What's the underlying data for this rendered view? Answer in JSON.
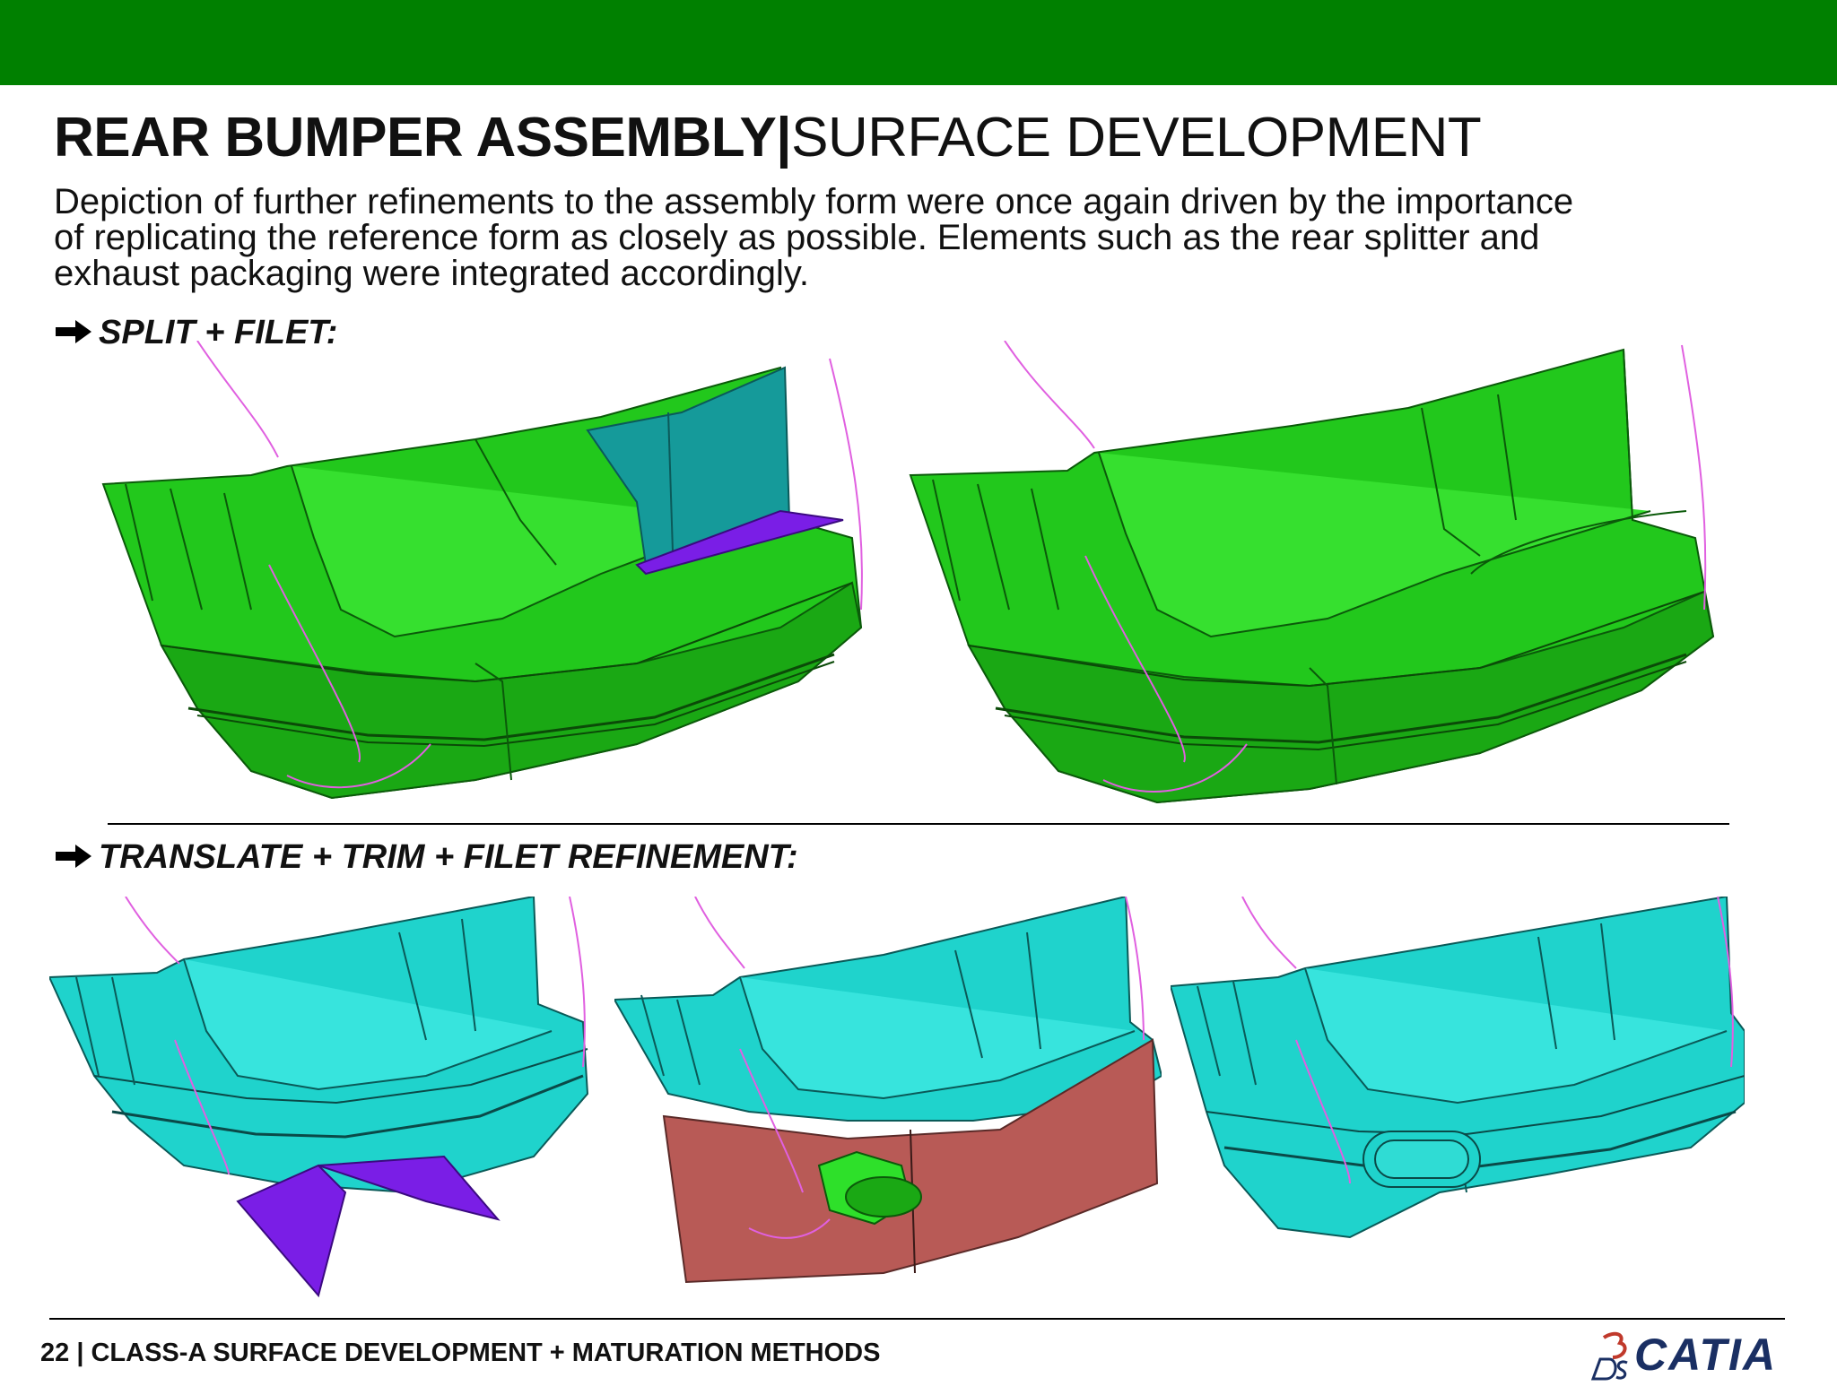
{
  "slide": {
    "title_bold": "REAR BUMPER ASSEMBLY|",
    "title_light": "SURFACE DEVELOPMENT",
    "description": "Depiction of further refinements to the assembly form were once again driven by the importance of replicating the reference form as closely as possible. Elements such as the rear splitter and exhaust packaging were integrated accordingly.",
    "section1_label": "SPLIT + FILET:",
    "section2_label": "TRANSLATE + TRIM + FILET REFINEMENT:",
    "footer": "22 | CLASS-A SURFACE DEVELOPMENT + MATURATION METHODS",
    "logo_text": "CATIA",
    "logo_mark": "3DS"
  },
  "colors": {
    "top_bar": "#008000",
    "green_surface": "#22c81c",
    "cyan_surface": "#1fd3cc",
    "teal_panel": "#159a9a",
    "purple_panel": "#7a1ee6",
    "red_panel": "#b85a56",
    "guide_curve": "#e060e0",
    "logo_blue": "#1a2f63"
  },
  "models": [
    {
      "variant": "split-filet-a",
      "surface": "green",
      "feature": "split panel"
    },
    {
      "variant": "split-filet-b",
      "surface": "green",
      "feature": "filleted"
    },
    {
      "variant": "refine-1",
      "surface": "cyan",
      "feature": "splitter"
    },
    {
      "variant": "refine-2",
      "surface": "cyan",
      "feature": "trim + exhaust"
    },
    {
      "variant": "refine-3",
      "surface": "cyan",
      "feature": "final"
    }
  ]
}
